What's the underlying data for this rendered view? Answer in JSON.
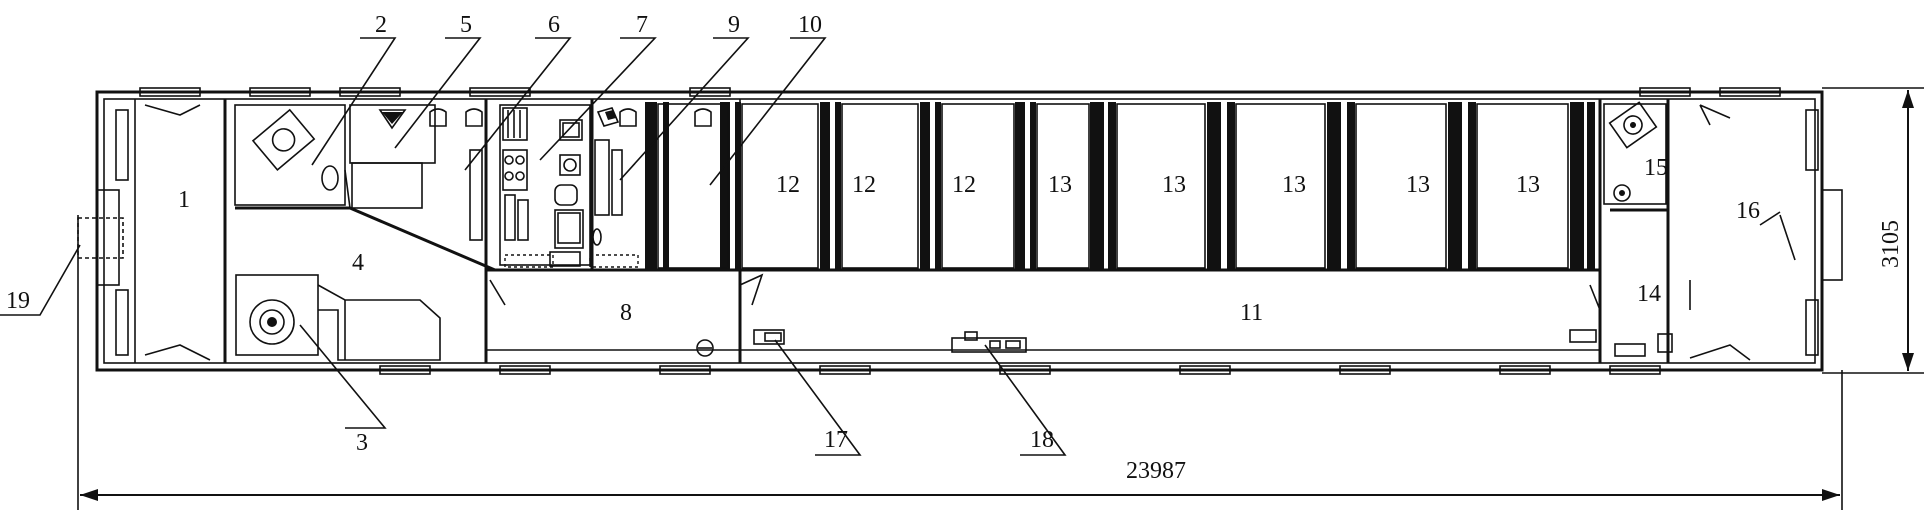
{
  "diagram": {
    "overall_length": "23987",
    "overall_width": "3105",
    "room_labels": {
      "r1": "1",
      "r4": "4",
      "r8": "8",
      "r11": "11",
      "r14": "14",
      "r15": "15",
      "r16": "16"
    },
    "compartment_labels": [
      "12",
      "12",
      "12",
      "13",
      "13",
      "13",
      "13",
      "13"
    ],
    "callouts": {
      "c2": "2",
      "c3": "3",
      "c5": "5",
      "c6": "6",
      "c7": "7",
      "c9": "9",
      "c10": "10",
      "c17": "17",
      "c18": "18",
      "c19": "19"
    }
  }
}
